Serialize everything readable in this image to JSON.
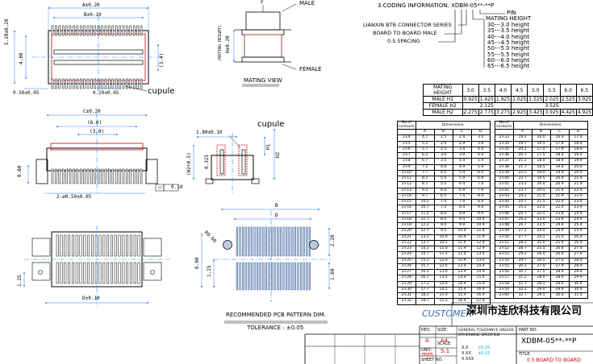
{
  "dims": {
    "a": "A±0.20",
    "b": "B±0.10",
    "h_height": "5.20±0.20",
    "h_400": "4.00",
    "h_34": "(3.4)",
    "w_050": "0.50±0.05",
    "w_020": "0.20±0.05",
    "c": "C±0.20",
    "c6": "(6.0)",
    "c3": "(3.0)",
    "v060": "0.60",
    "pitch": "2-ø0.50±0.05",
    "flat": "0.10",
    "side_w": "1.80±0.10",
    "side_h": "(H2+0.5)",
    "side_325": "0.325",
    "h1": "H1",
    "h2": "H2",
    "d": "D±0.10",
    "d_125": "1.25",
    "pcb_b": "B",
    "pcb_d": "D",
    "pcb_r": "R0.60",
    "pcb_600": "6.00",
    "pcb_220": "2.20",
    "pcb_125": "1.25",
    "pcb_160": "1.60",
    "f": "F",
    "mating_h": "H±0.20",
    "mating_h_label": "(MATING HEIGHT)"
  },
  "labels": {
    "cupule1": "cupule",
    "cupule2": "cupule",
    "male": "MALE",
    "female": "FEMALE",
    "mating_view": "MATING VIEW",
    "pcb_title": "RECOMMENDED PCB PATTERN DIM.",
    "tolerance": "TOLERANCE : ±0.05"
  },
  "coding": {
    "title": "3.CODING INFORMATION: XDBM-05**-**P",
    "pin": "PIN",
    "mating_height": "MATING HEIGHT",
    "series": "LIANXIN BTB CONNECTOR SERIES",
    "b2b": "BOARD TO BOARD MALE",
    "spacing": "0.5 SPACING",
    "heights": [
      "30---3.0 height",
      "35---3.5 height",
      "40---4.0 height",
      "45---4.5 height",
      "50---5.0 height",
      "55---5.5 height",
      "60---6.0 height",
      "65---6.5 height"
    ]
  },
  "mating_table": {
    "head": [
      "MATING HEIGHT",
      "3.0",
      "3.5",
      "4.0",
      "4.5",
      "5.0",
      "5.5",
      "6.0",
      "6.5"
    ],
    "male_h1": [
      "MALE H1",
      "0.925",
      "1.425",
      "1.925",
      "1.025",
      "1.525",
      "2.025",
      "2.525",
      "3.025"
    ],
    "female_h2_label": "FEMALE H2",
    "female_h2_a": "2.125",
    "female_h2_b": "3.525",
    "male_h2": [
      "MALE H2",
      "2.275",
      "2.775",
      "3.275",
      "2.925",
      "3.425",
      "3.925",
      "4.425",
      "4.925"
    ]
  },
  "pin_table": {
    "head1": "No.of contacts",
    "head2": "Dimensions",
    "cols": [
      "A",
      "B",
      "C",
      "D"
    ],
    "left": [
      [
        "2×4",
        "4.7",
        "1.5",
        "2.4",
        "3.4"
      ],
      [
        "2×5",
        "5.2",
        "2.0",
        "2.9",
        "3.9"
      ],
      [
        "2×6",
        "5.7",
        "2.5",
        "3.4",
        "4.4"
      ],
      [
        "2×7",
        "6.2",
        "3.0",
        "3.9",
        "4.9"
      ],
      [
        "2×8",
        "6.7",
        "3.5",
        "4.4",
        "5.4"
      ],
      [
        "2×9",
        "7.2",
        "4.0",
        "4.9",
        "5.9"
      ],
      [
        "2×10",
        "7.7",
        "4.5",
        "5.4",
        "6.4"
      ],
      [
        "2×11",
        "8.2",
        "5.0",
        "5.9",
        "6.9"
      ],
      [
        "2×12",
        "8.7",
        "5.5",
        "6.4",
        "7.4"
      ],
      [
        "2×13",
        "9.2",
        "6.0",
        "6.9",
        "7.9"
      ],
      [
        "2×14",
        "9.7",
        "6.5",
        "7.4",
        "8.4"
      ],
      [
        "2×15",
        "10.2",
        "7.0",
        "7.9",
        "8.9"
      ],
      [
        "2×16",
        "10.7",
        "7.5",
        "8.4",
        "9.4"
      ],
      [
        "2×17",
        "11.2",
        "8.0",
        "8.9",
        "9.9"
      ],
      [
        "2×18",
        "11.7",
        "8.5",
        "9.4",
        "10.4"
      ],
      [
        "2×19",
        "12.2",
        "9.0",
        "9.9",
        "10.9"
      ],
      [
        "2×20",
        "12.7",
        "9.5",
        "10.4",
        "11.4"
      ],
      [
        "2×21",
        "13.2",
        "10.0",
        "10.9",
        "11.9"
      ],
      [
        "2×22",
        "13.7",
        "10.5",
        "11.4",
        "12.4"
      ],
      [
        "2×23",
        "14.2",
        "11.0",
        "11.9",
        "12.9"
      ],
      [
        "2×24",
        "14.7",
        "11.5",
        "12.4",
        "13.4"
      ],
      [
        "2×25",
        "15.2",
        "12.0",
        "12.9",
        "13.9"
      ],
      [
        "2×26",
        "15.7",
        "12.5",
        "13.4",
        "14.4"
      ],
      [
        "2×27",
        "16.2",
        "13.0",
        "13.9",
        "14.9"
      ],
      [
        "2×28",
        "16.7",
        "13.5",
        "14.4",
        "15.4"
      ],
      [
        "2×29",
        "17.2",
        "14.0",
        "14.9",
        "15.9"
      ],
      [
        "2×30",
        "17.7",
        "14.5",
        "15.4",
        "16.4"
      ],
      [
        "2×31",
        "18.2",
        "15.0",
        "15.9",
        "16.9"
      ],
      [
        "2×32",
        "18.7",
        "15.5",
        "16.4",
        "17.4"
      ]
    ],
    "right": [
      [
        "2×33",
        "19.2",
        "16.0",
        "16.9",
        "17.9"
      ],
      [
        "2×34",
        "19.7",
        "16.5",
        "17.4",
        "18.4"
      ],
      [
        "2×35",
        "20.2",
        "17.0",
        "17.9",
        "18.9"
      ],
      [
        "2×36",
        "20.7",
        "17.5",
        "18.4",
        "19.4"
      ],
      [
        "2×37",
        "21.2",
        "18.0",
        "18.9",
        "19.9"
      ],
      [
        "2×38",
        "21.7",
        "18.5",
        "19.4",
        "20.4"
      ],
      [
        "2×39",
        "22.2",
        "19.0",
        "19.9",
        "20.9"
      ],
      [
        "2×40",
        "22.7",
        "19.5",
        "20.4",
        "21.4"
      ],
      [
        "2×41",
        "23.2",
        "20.0",
        "20.9",
        "21.9"
      ],
      [
        "2×42",
        "23.7",
        "20.5",
        "21.4",
        "22.4"
      ],
      [
        "2×43",
        "24.2",
        "21.0",
        "21.9",
        "22.9"
      ],
      [
        "2×44",
        "24.7",
        "21.5",
        "22.4",
        "23.4"
      ],
      [
        "2×45",
        "25.2",
        "22.0",
        "22.9",
        "23.9"
      ],
      [
        "2×46",
        "25.7",
        "22.5",
        "23.4",
        "24.4"
      ],
      [
        "2×47",
        "26.2",
        "23.0",
        "23.9",
        "24.9"
      ],
      [
        "2×48",
        "26.7",
        "23.5",
        "24.4",
        "25.4"
      ],
      [
        "2×49",
        "27.2",
        "24.0",
        "24.9",
        "25.9"
      ],
      [
        "2×50",
        "27.7",
        "24.5",
        "25.4",
        "26.4"
      ],
      [
        "2×51",
        "28.2",
        "25.0",
        "25.9",
        "26.9"
      ],
      [
        "2×52",
        "28.7",
        "25.5",
        "26.4",
        "27.4"
      ],
      [
        "2×53",
        "29.2",
        "26.0",
        "26.9",
        "27.9"
      ],
      [
        "2×54",
        "29.7",
        "26.5",
        "27.4",
        "28.4"
      ],
      [
        "2×55",
        "30.2",
        "27.0",
        "27.9",
        "28.9"
      ],
      [
        "2×56",
        "30.7",
        "27.5",
        "28.4",
        "29.4"
      ],
      [
        "2×57",
        "31.2",
        "28.0",
        "28.9",
        "29.9"
      ],
      [
        "2×58",
        "31.7",
        "28.5",
        "29.4",
        "30.4"
      ],
      [
        "2×59",
        "32.2",
        "29.0",
        "29.9",
        "30.9"
      ],
      [
        "2×60",
        "32.7",
        "29.5",
        "30.4",
        "31.4"
      ]
    ]
  },
  "title_block": {
    "customer": "CUSTOMER",
    "company": "深圳市连欣科技有限公司",
    "rev_label": "REV:",
    "rev": "A",
    "size_label": "SIZE:",
    "size": "A4",
    "unit_label": "UNIT:",
    "unit": "mm",
    "scale_label": "SCALE:",
    "scale": "5:1",
    "sheet_label": "SHEET NO.",
    "tol_head": "GENERAL TOLERANCE UNLESS OTHERWISE SPECIFIED",
    "tol1_l": "X.X",
    "tol1_v": "±0.25",
    "tol2_l": "X.XX",
    "tol2_v": "±0.15",
    "tol3_l": "X.XXX",
    "part_label": "PART NO.",
    "part": "XDBM-05**-**P",
    "title_label": "TITLE:",
    "title": "0.5 BOARD TO BOARD"
  }
}
